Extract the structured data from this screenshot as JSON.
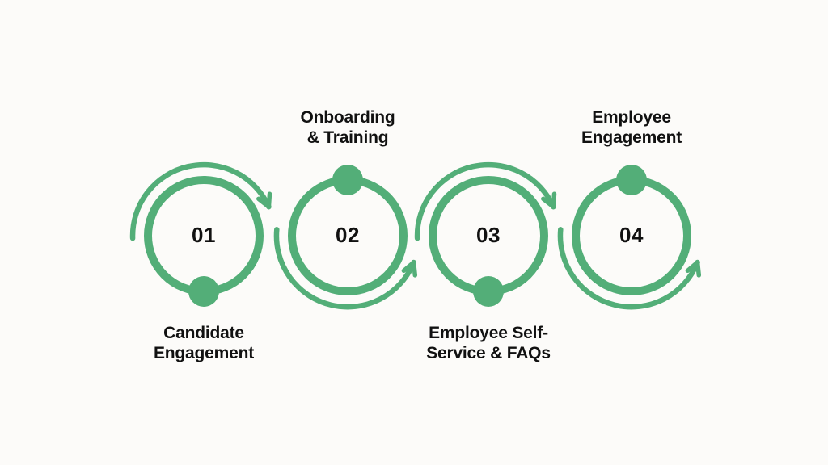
{
  "theme": {
    "background": "#FCFBF9",
    "accent": "#53AE78",
    "text": "#111111"
  },
  "diagram": {
    "type": "process-cycle-steps",
    "steps": [
      {
        "number": "01",
        "label_line1": "Candidate",
        "label_line2": "Engagement",
        "label_position": "below",
        "dot_position": "bottom",
        "arrow_path": "over-top-clockwise"
      },
      {
        "number": "02",
        "label_line1": "Onboarding",
        "label_line2": "& Training",
        "label_position": "above",
        "dot_position": "top",
        "arrow_path": "under-bottom-counterclockwise"
      },
      {
        "number": "03",
        "label_line1": "Employee Self-",
        "label_line2": "Service & FAQs",
        "label_position": "below",
        "dot_position": "bottom",
        "arrow_path": "over-top-clockwise"
      },
      {
        "number": "04",
        "label_line1": "Employee",
        "label_line2": "Engagement",
        "label_position": "above",
        "dot_position": "top",
        "arrow_path": "under-bottom-counterclockwise"
      }
    ]
  }
}
